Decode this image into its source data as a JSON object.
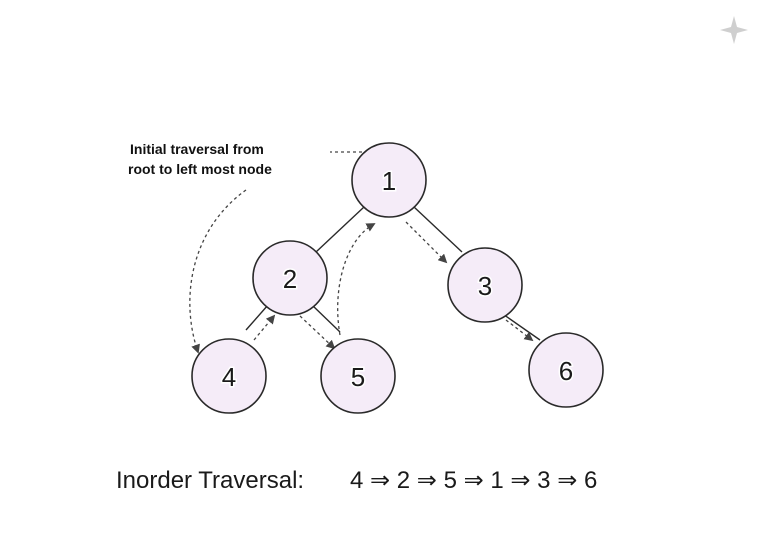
{
  "annotation": {
    "line1": "Initial traversal from",
    "line2": "root to left most node"
  },
  "nodes": {
    "n1": "1",
    "n2": "2",
    "n3": "3",
    "n4": "4",
    "n5": "5",
    "n6": "6"
  },
  "result": {
    "label": "Inorder Traversal:",
    "sequence": "4 ⇒ 2 ⇒ 5 ⇒ 1 ⇒ 3 ⇒ 6"
  },
  "colors": {
    "node_fill": "#f5ecf8",
    "stroke": "#2a2a2a"
  },
  "icons": {
    "corner": "sparkle-icon"
  }
}
